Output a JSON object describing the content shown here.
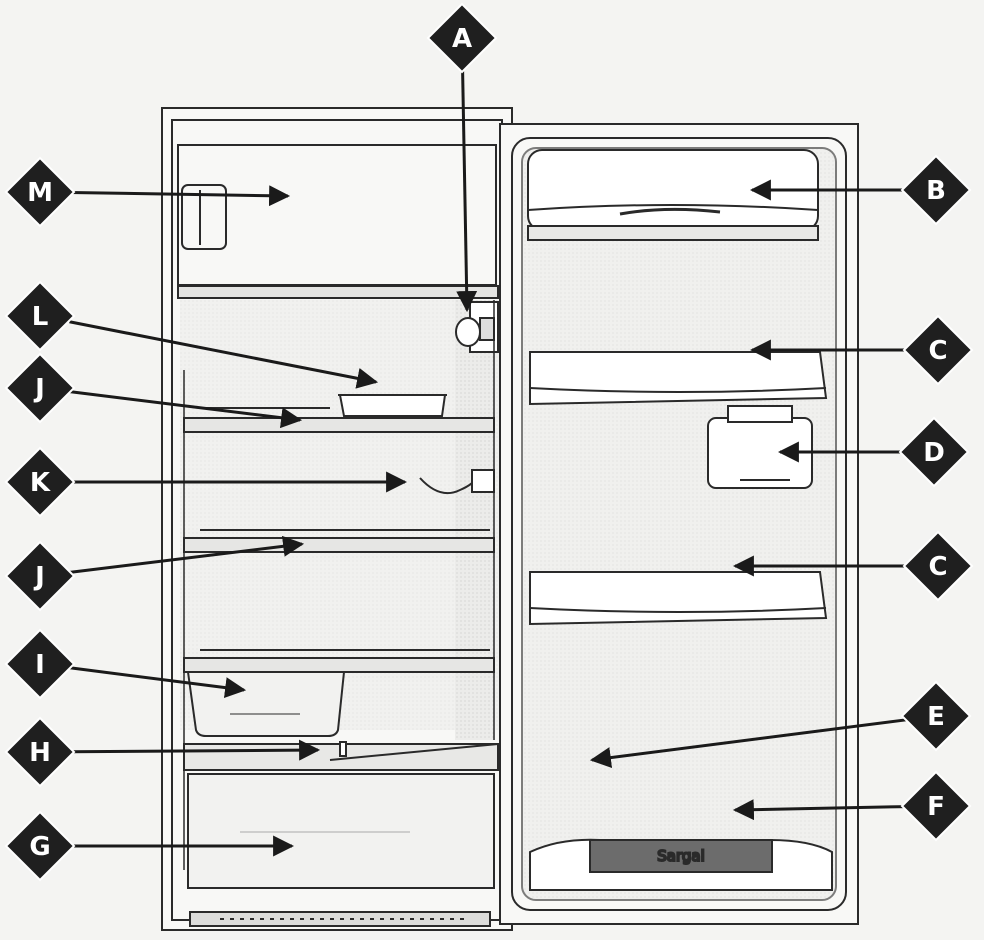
{
  "diagram": {
    "brand": "Sargal",
    "callouts": [
      {
        "id": "A",
        "text": "A"
      },
      {
        "id": "B",
        "text": "B"
      },
      {
        "id": "C1",
        "text": "C"
      },
      {
        "id": "D",
        "text": "D"
      },
      {
        "id": "C2",
        "text": "C"
      },
      {
        "id": "E",
        "text": "E"
      },
      {
        "id": "F",
        "text": "F"
      },
      {
        "id": "M",
        "text": "M"
      },
      {
        "id": "L",
        "text": "L"
      },
      {
        "id": "J1",
        "text": "J"
      },
      {
        "id": "K",
        "text": "K"
      },
      {
        "id": "J2",
        "text": "J"
      },
      {
        "id": "I",
        "text": "I"
      },
      {
        "id": "H",
        "text": "H"
      },
      {
        "id": "G",
        "text": "G"
      }
    ]
  }
}
